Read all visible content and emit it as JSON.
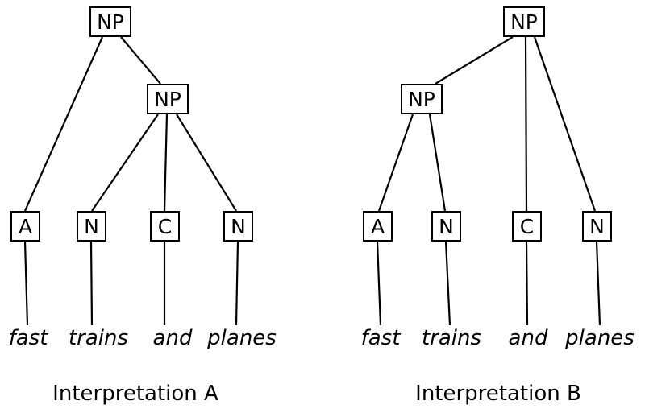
{
  "diagram": {
    "phrase": "fast trains and planes",
    "trees": [
      {
        "id": "A",
        "caption": "Interpretation A",
        "root_label": "NP",
        "inner_label": "NP",
        "leaves": [
          {
            "label": "A",
            "word": "fast"
          },
          {
            "label": "N",
            "word": "trains"
          },
          {
            "label": "C",
            "word": "and"
          },
          {
            "label": "N",
            "word": "planes"
          }
        ],
        "edges": [
          [
            "NP-root",
            "A"
          ],
          [
            "NP-root",
            "NP-inner"
          ],
          [
            "NP-inner",
            "N-trains"
          ],
          [
            "NP-inner",
            "C-and"
          ],
          [
            "NP-inner",
            "N-planes"
          ],
          [
            "A",
            "fast"
          ],
          [
            "N-trains",
            "trains"
          ],
          [
            "C-and",
            "and"
          ],
          [
            "N-planes",
            "planes"
          ]
        ],
        "bracketing": "[NP [A fast] [NP [N trains] [C and] [N planes]]]"
      },
      {
        "id": "B",
        "caption": "Interpretation B",
        "root_label": "NP",
        "inner_label": "NP",
        "leaves": [
          {
            "label": "A",
            "word": "fast"
          },
          {
            "label": "N",
            "word": "trains"
          },
          {
            "label": "C",
            "word": "and"
          },
          {
            "label": "N",
            "word": "planes"
          }
        ],
        "edges": [
          [
            "NP-root",
            "NP-inner"
          ],
          [
            "NP-root",
            "C-and"
          ],
          [
            "NP-root",
            "N-planes"
          ],
          [
            "NP-inner",
            "A-fast"
          ],
          [
            "NP-inner",
            "N-trains"
          ],
          [
            "A-fast",
            "fast"
          ],
          [
            "N-trains",
            "trains"
          ],
          [
            "C-and",
            "and"
          ],
          [
            "N-planes",
            "planes"
          ]
        ],
        "bracketing": "[NP [NP [A fast] [N trains]] [C and] [N planes]]"
      }
    ]
  }
}
